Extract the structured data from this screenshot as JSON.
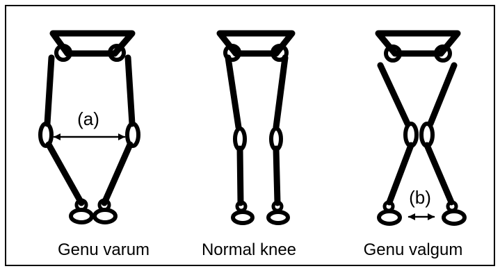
{
  "diagram": {
    "panels": [
      {
        "caption": "Genu varum"
      },
      {
        "caption": "Normal knee"
      },
      {
        "caption": "Genu valgum"
      }
    ],
    "markers": {
      "varum_gap": "(a)",
      "valgum_gap": "(b)"
    },
    "colors": {
      "stroke": "#000000",
      "background": "#ffffff"
    }
  }
}
